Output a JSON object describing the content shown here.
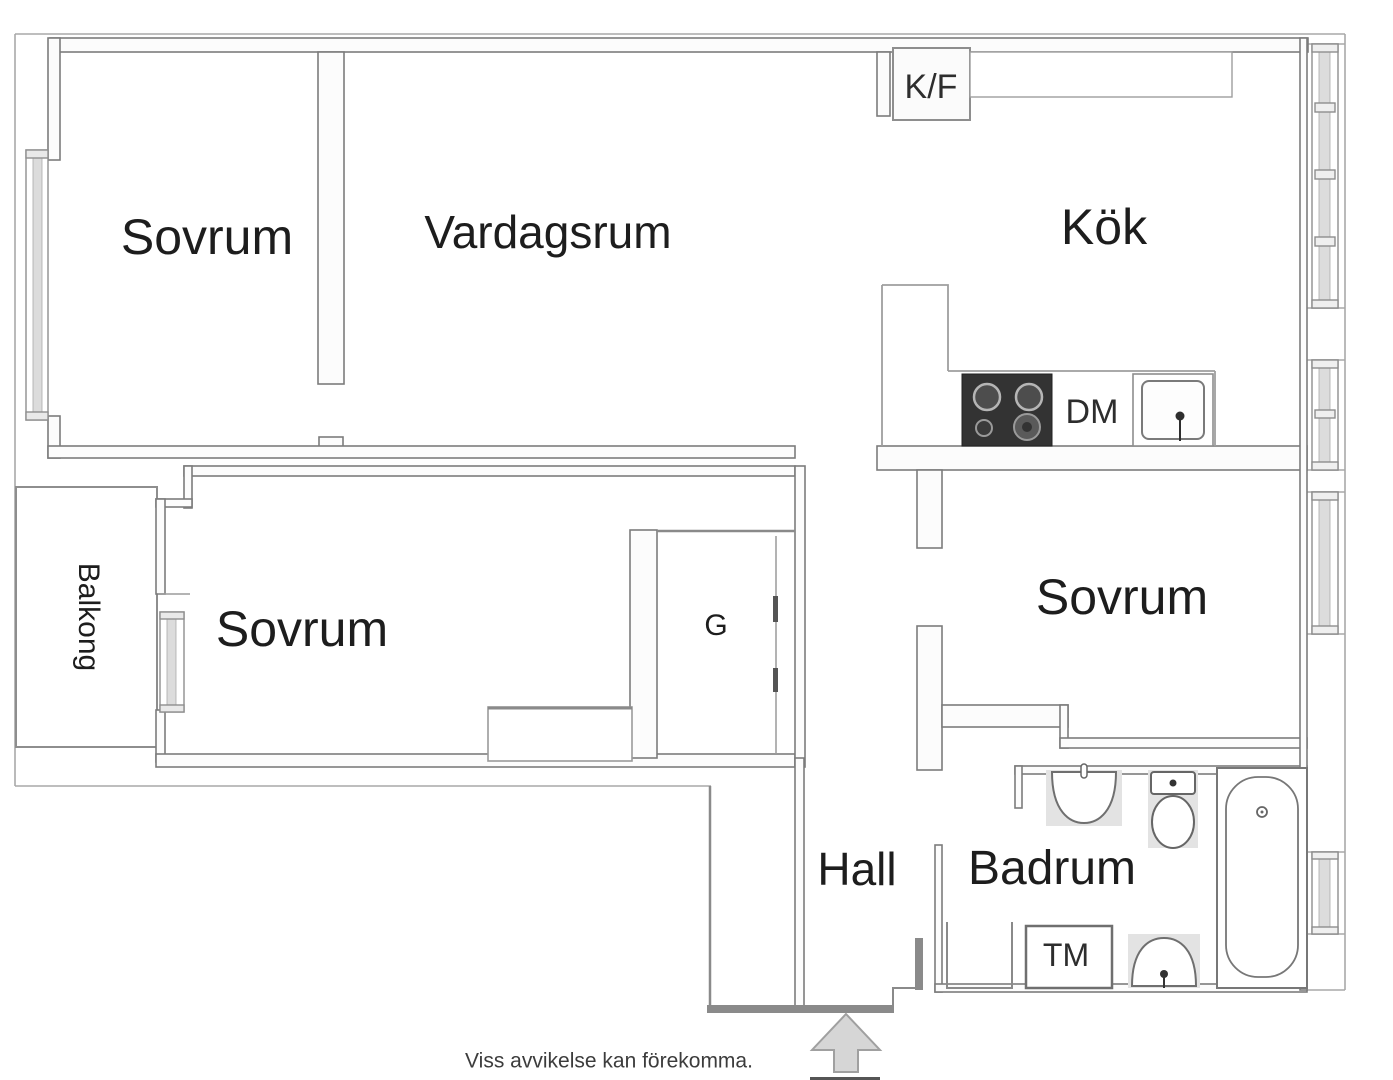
{
  "plan": {
    "rooms": {
      "sovrum_top_left": "Sovrum",
      "vardagsrum": "Vardagsrum",
      "kok": "Kök",
      "sovrum_mid_left": "Sovrum",
      "sovrum_right": "Sovrum",
      "hall": "Hall",
      "badrum": "Badrum",
      "balkong": "Balkong",
      "garderob": "G"
    },
    "fixtures": {
      "fridge_freezer": "K/F",
      "dishwasher": "DM",
      "washing_machine": "TM"
    },
    "disclaimer": "Viss avvikelse kan förekomma.",
    "colors": {
      "wall_stroke": "#7c7c7c",
      "thin_line": "#a8a8a8",
      "stove_fill": "#333333",
      "window_glass": "#dcdcdc",
      "arrow_fill": "#d6d6d6",
      "text": "#1d1d1d"
    }
  }
}
